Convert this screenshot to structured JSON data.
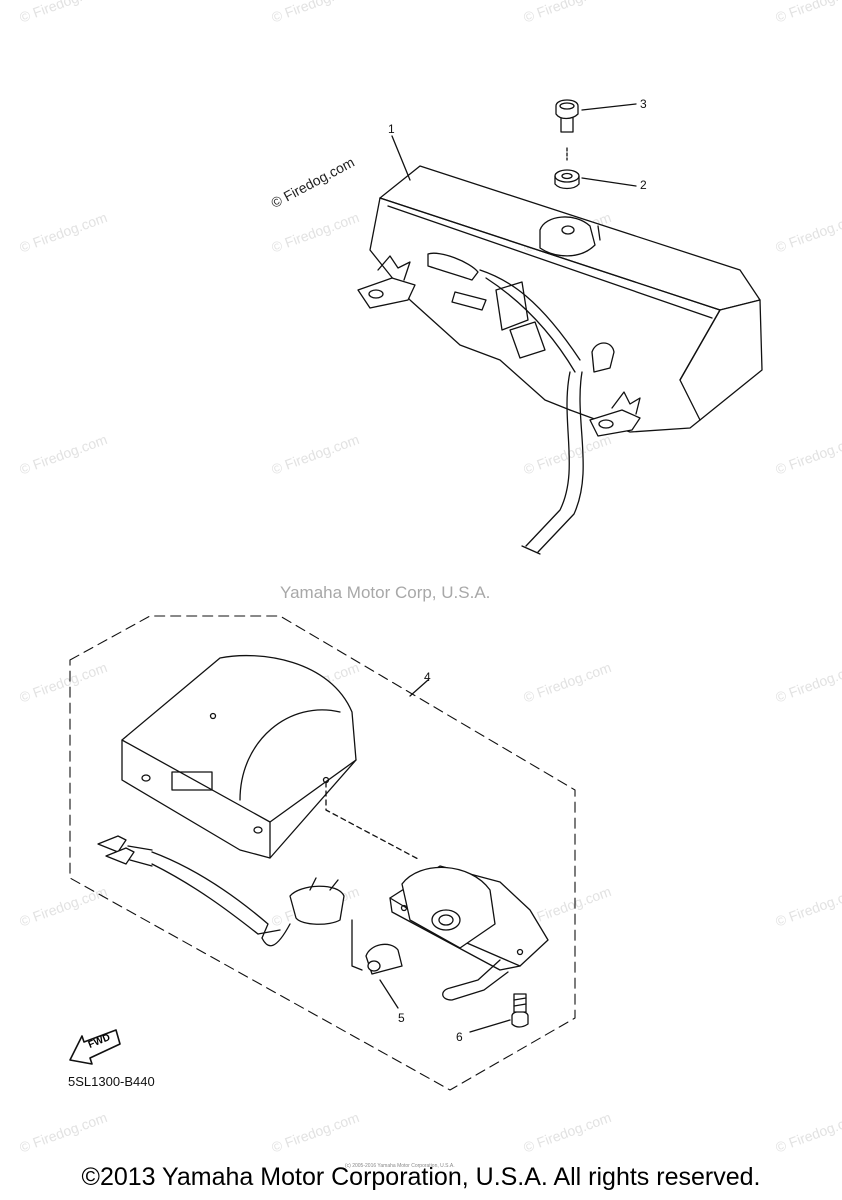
{
  "watermark": {
    "text": "© Firedog.com",
    "dark_text": "© Firedog.com"
  },
  "corp_watermark": "Yamaha Motor Corp, U.S.A.",
  "callouts": [
    "1",
    "2",
    "3",
    "4",
    "5",
    "6"
  ],
  "fwd_label": "FWD",
  "diagram_code": "5SL1300-B440",
  "tiny_note": "(c) 2005-2016 Yamaha Motor Corporation, U.S.A.",
  "copyright": "©2013 Yamaha Motor Corporation, U.S.A. All rights reserved.",
  "colors": {
    "line": "#111111",
    "watermark": "#e2e2e2",
    "corp_watermark": "#a8a8a8"
  }
}
